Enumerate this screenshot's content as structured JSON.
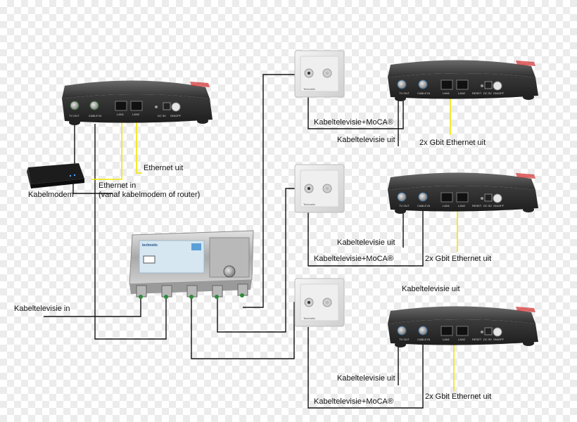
{
  "labels": {
    "kabelmodem": "Kabelmodem",
    "ethernet_uit": "Ethernet uit",
    "ethernet_in_line1": "Ethernet in",
    "ethernet_in_line2": "(vanaf kabelmodem of router)",
    "kabeltelevisie_in": "Kabeltelevisie in",
    "moca_1": "Kabeltelevisie+MoCA®",
    "kabeltv_uit_1": "Kabeltelevisie uit",
    "gbit_1": "2x Gbit Ethernet uit",
    "kabeltv_uit_2": "Kabeltelevisie uit",
    "moca_2": "Kabeltelevisie+MoCA®",
    "gbit_2": "2x Gbit Ethernet uit",
    "kabeltv_uit_3": "Kabeltelevisie uit",
    "kabeltv_uit_4": "Kabeltelevisie uit",
    "moca_3": "Kabeltelevisie+MoCA®",
    "gbit_3": "2x Gbit Ethernet uit"
  },
  "device_text": {
    "tv_out": "TV OUT",
    "cable_in": "CABLE IN",
    "lan1": "LAN1",
    "lan2": "LAN2",
    "reset": "RESET",
    "dc": "DC 5V",
    "onoff": "ON/OFF",
    "splitter_brand": "technetix",
    "outlet_brand": "Technetix"
  },
  "colors": {
    "coax_line": "#111111",
    "ethernet_line": "#f2e600",
    "device_body": "#3b3b3b",
    "outlet_plate": "#e8e8e8"
  },
  "icons": [
    "adapter-device",
    "coax-port",
    "ethernet-port",
    "wall-outlet",
    "splitter-box",
    "cable-modem"
  ]
}
